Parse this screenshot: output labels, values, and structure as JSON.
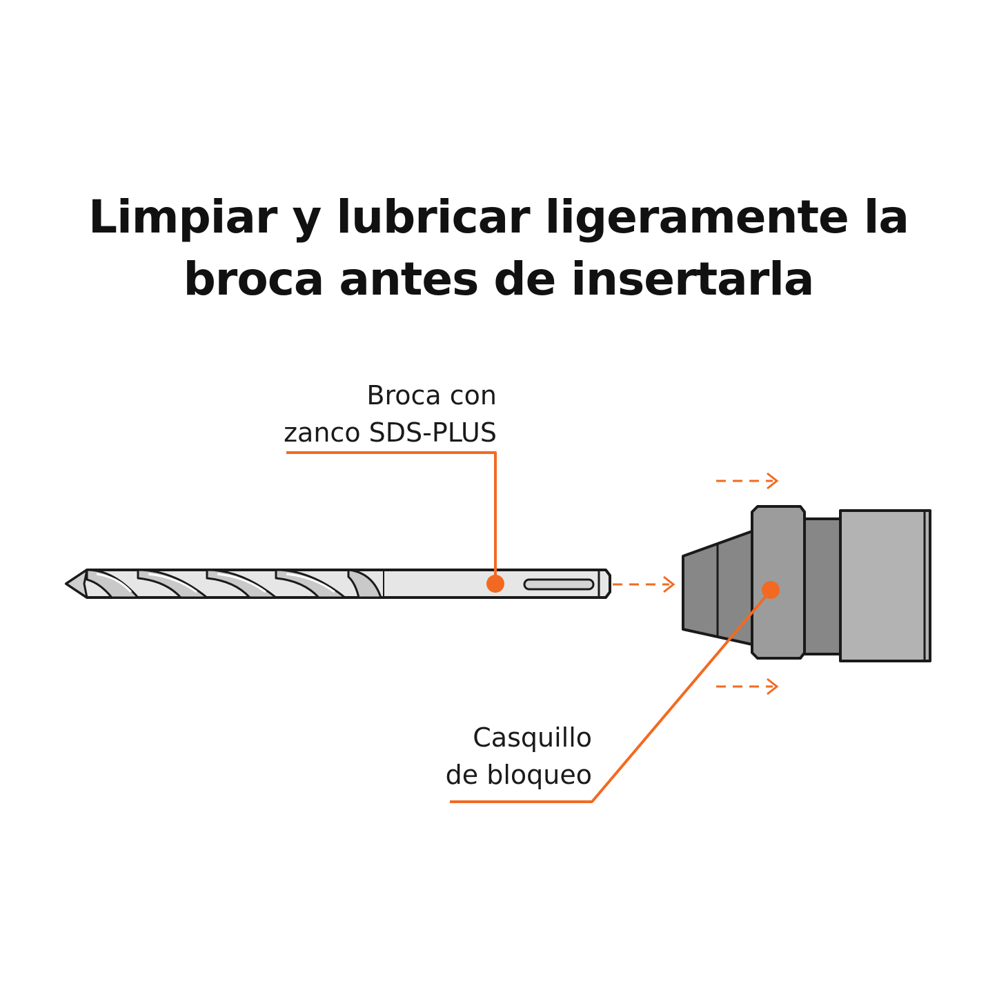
{
  "title": {
    "line1": "Limpiar y lubricar ligeramente la",
    "line2": "broca antes de insertarla"
  },
  "callouts": {
    "drill": {
      "line1": "Broca con",
      "line2": "zanco SDS-PLUS"
    },
    "sleeve": {
      "line1": "Casquillo",
      "line2": "de bloqueo"
    }
  },
  "colors": {
    "accent": "#f26a21",
    "outline": "#1a1a1a",
    "chuck_dark": "#878787",
    "chuck_mid": "#9c9c9c",
    "chuck_light": "#b3b3b3",
    "bit_fill": "#e6e6e6"
  },
  "icons": [
    "arrow-right-icon",
    "drill-bit-icon",
    "chuck-icon"
  ]
}
